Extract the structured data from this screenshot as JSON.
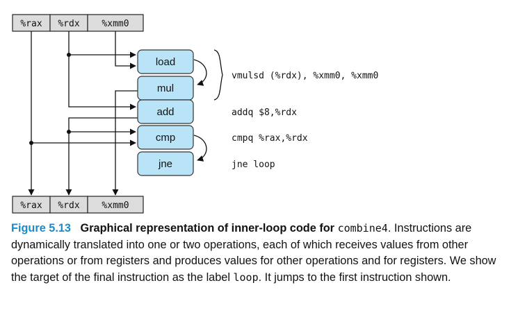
{
  "registers": {
    "top": [
      "%rax",
      "%rdx",
      "%xmm0"
    ],
    "bottom": [
      "%rax",
      "%rdx",
      "%xmm0"
    ]
  },
  "operations": [
    "load",
    "mul",
    "add",
    "cmp",
    "jne"
  ],
  "instructions": {
    "vmulsd": "vmulsd (%rdx), %xmm0, %xmm0",
    "addq": "addq $8,%rdx",
    "cmpq": "cmpq %rax,%rdx",
    "jne": "jne loop"
  },
  "caption": {
    "label": "Figure 5.13",
    "title": "Graphical representation of inner-loop code for",
    "title_code": "combine4",
    "text_1": ". Instructions are dynamically translated into one or two operations, each of which receives values from other operations or from registers and produces values for other operations and for registers. We show the target of the final instruction as the label",
    "text_code": "loop",
    "text_2": ". It jumps to the first instruction shown."
  }
}
